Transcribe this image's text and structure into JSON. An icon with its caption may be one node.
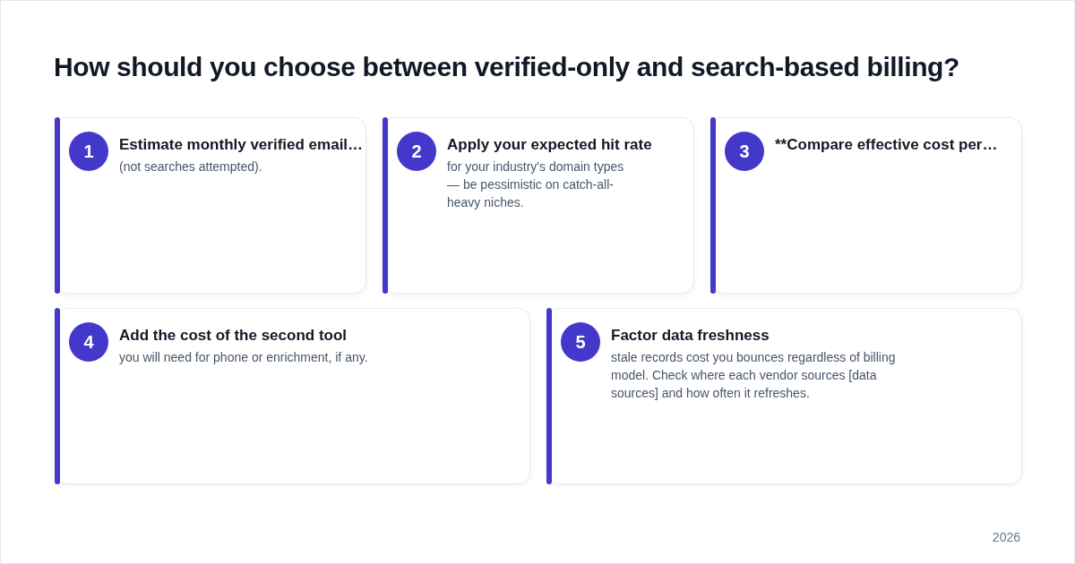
{
  "diagram": {
    "title": "How should you choose between verified-only and search-based billing?",
    "nodes": [
      {
        "text": [
          "Estimate monthly verified email…",
          "(not searches attempted)."
        ]
      },
      {
        "text": [
          "1"
        ],
        "in": 0
      },
      {
        "text": [
          "Apply your expected hit rate",
          "for your industry's domain types — be pessimistic on catch-all-heavy niches."
        ]
      },
      {
        "text": [
          "2"
        ],
        "in": 2
      },
      {
        "text": [
          "**Compare effective cost per…"
        ]
      },
      {
        "text": [
          "3"
        ],
        "in": 4
      },
      {
        "text": [
          "Add the cost of the second tool",
          "you will need for phone or enrichment, if any."
        ]
      },
      {
        "text": [
          "4"
        ],
        "in": 6
      },
      {
        "text": [
          "Factor data freshness",
          "stale records cost you bounces regardless of billing model. Check where each vendor sources [data sources] and how often it refreshes."
        ]
      },
      {
        "text": [
          "5"
        ],
        "in": 8
      }
    ],
    "labels": [
      "2026"
    ]
  }
}
